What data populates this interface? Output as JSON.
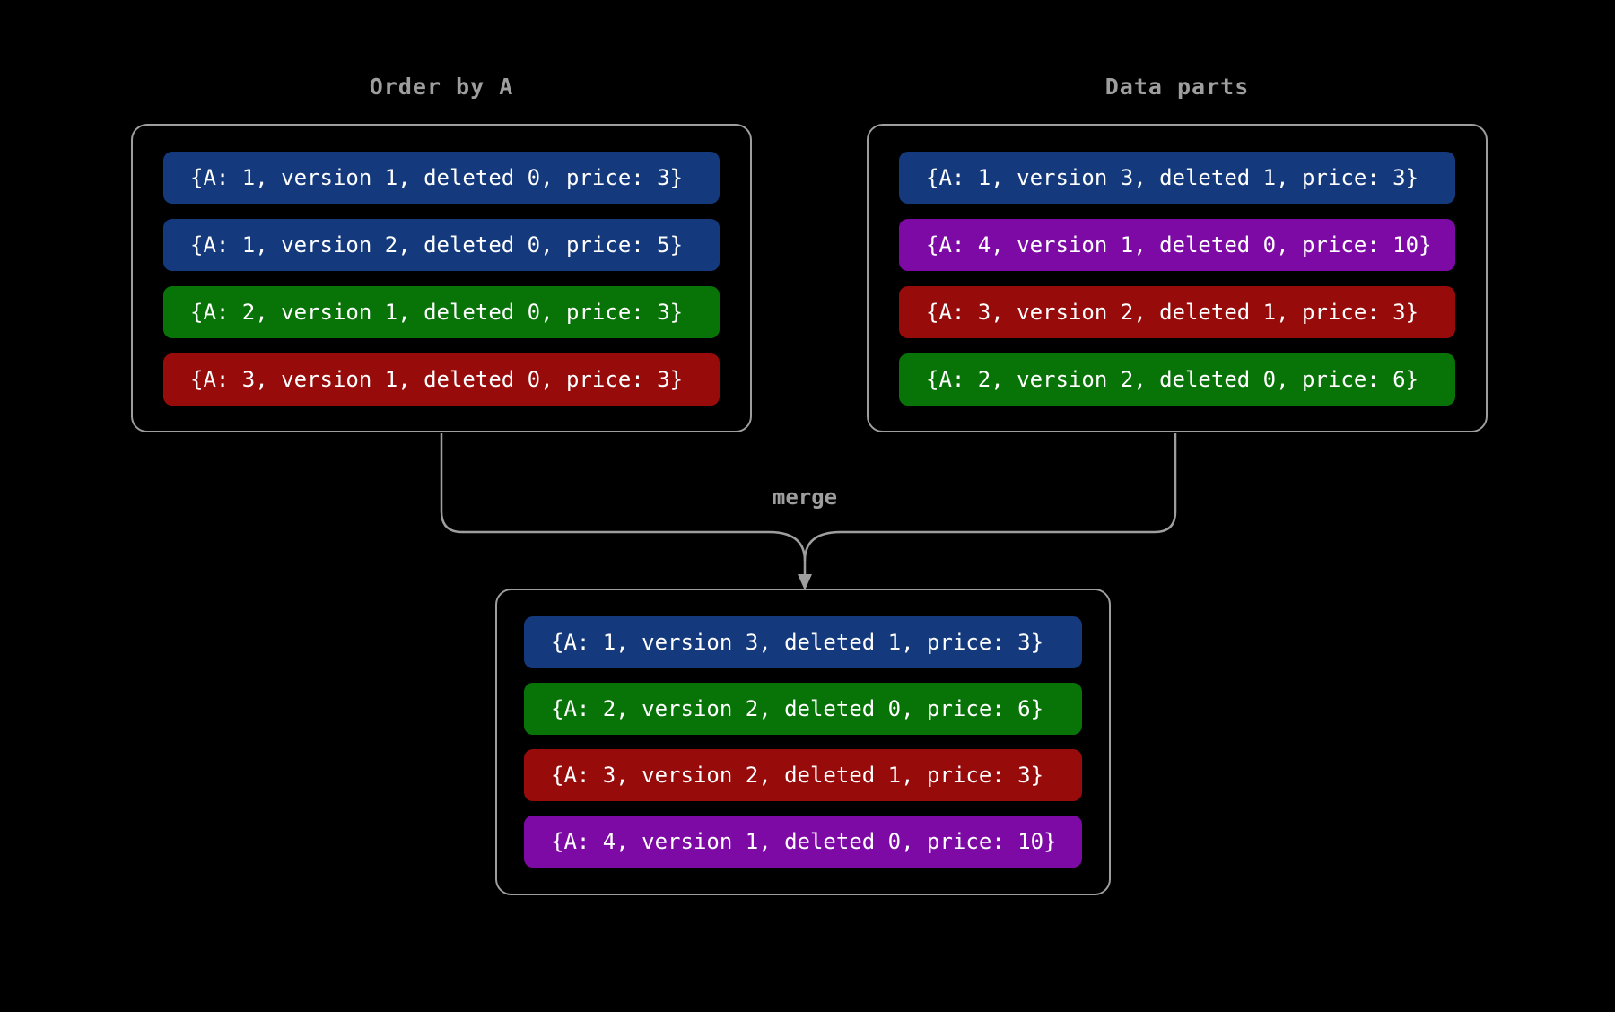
{
  "palette": {
    "background": "#000000",
    "border": "#9e9e9e",
    "label": "#9e9e9e",
    "row_text": "#ffffff",
    "blue": "#143a7d",
    "green": "#087408",
    "red": "#970b0b",
    "purple": "#7e0aa6"
  },
  "left_panel": {
    "title": "Order by A",
    "rows": [
      {
        "text": "{A: 1, version 1, deleted 0, price: 3}",
        "color": "#143a7d"
      },
      {
        "text": "{A: 1, version 2, deleted 0, price: 5}",
        "color": "#143a7d"
      },
      {
        "text": "{A: 2, version 1, deleted 0, price: 3}",
        "color": "#087408"
      },
      {
        "text": "{A: 3, version 1, deleted 0, price: 3}",
        "color": "#970b0b"
      }
    ]
  },
  "right_panel": {
    "title": "Data parts",
    "rows": [
      {
        "text": "{A: 1, version 3, deleted 1, price: 3}",
        "color": "#143a7d"
      },
      {
        "text": "{A: 4, version 1, deleted 0, price: 10}",
        "color": "#7e0aa6"
      },
      {
        "text": "{A: 3, version 2, deleted 1, price: 3}",
        "color": "#970b0b"
      },
      {
        "text": "{A: 2, version 2, deleted 0, price: 6}",
        "color": "#087408"
      }
    ]
  },
  "merge": {
    "label": "merge"
  },
  "result_panel": {
    "rows": [
      {
        "text": "{A: 1, version 3, deleted 1, price: 3}",
        "color": "#143a7d"
      },
      {
        "text": "{A: 2, version 2, deleted 0, price: 6}",
        "color": "#087408"
      },
      {
        "text": "{A: 3, version 2, deleted 1, price: 3}",
        "color": "#970b0b"
      },
      {
        "text": "{A: 4, version 1, deleted 0, price: 10}",
        "color": "#7e0aa6"
      }
    ]
  }
}
